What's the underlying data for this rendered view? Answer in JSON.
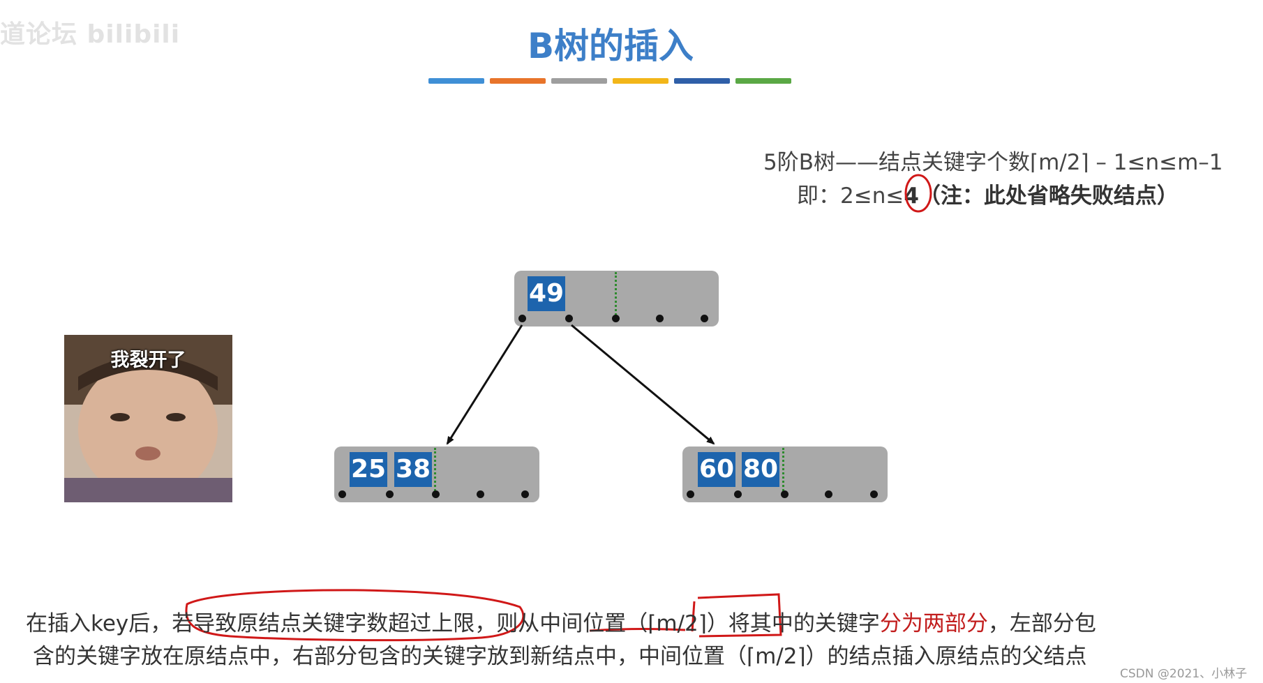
{
  "watermark": "道论坛 bilibili",
  "title": "B树的插入",
  "color_bars": [
    "#3f8fd6",
    "#e8742a",
    "#9e9e9e",
    "#f2b619",
    "#2f5fa8",
    "#5aa845"
  ],
  "formula": {
    "line1": "5阶B树——结点关键字个数⌈m/2⌉ – 1≤n≤m–1",
    "line2_prefix": "即：2≤n≤",
    "line2_circled": "4",
    "line2_note": "（注：此处省略失败结点）"
  },
  "tree": {
    "root": {
      "keys": [
        "49"
      ]
    },
    "left": {
      "keys": [
        "25",
        "38"
      ]
    },
    "right": {
      "keys": [
        "60",
        "80"
      ]
    }
  },
  "meme": {
    "caption": "我裂开了"
  },
  "paragraph": {
    "p1_a": "在插入key后，",
    "p1_b": "若导致原结点关键字数超过上限，",
    "p1_c": "则从中间位置（⌈m/2⌉）将其中的关键字",
    "p1_d": "分为两部分",
    "p1_e": "，左部分包",
    "p2": "含的关键字放在原结点中，右部分包含的关键字放到新结点中，中间位置（⌈m/2⌉）的结点插入原结点的父结点"
  },
  "csdn": "CSDN @2021、小林子"
}
